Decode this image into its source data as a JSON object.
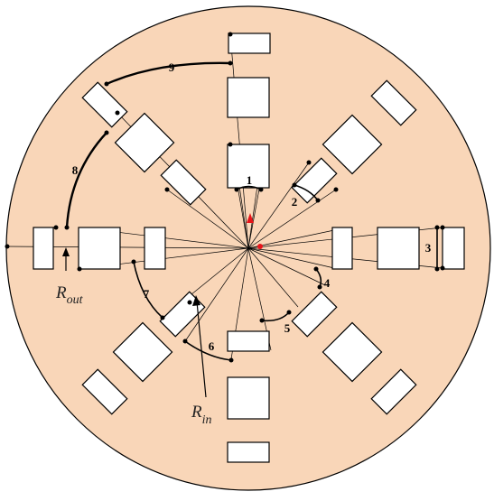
{
  "colors": {
    "disc_fill": "#F9D6B8",
    "disc_stroke": "#000000",
    "block_fill": "#FFFFFF",
    "center_marker": "#E8141A"
  },
  "labels": {
    "arc_numbers": [
      "1",
      "2",
      "3",
      "4",
      "5",
      "6",
      "7",
      "8",
      "9"
    ],
    "r_out_main": "R",
    "r_out_sub": "out",
    "r_in_main": "R",
    "r_in_sub": "in"
  }
}
